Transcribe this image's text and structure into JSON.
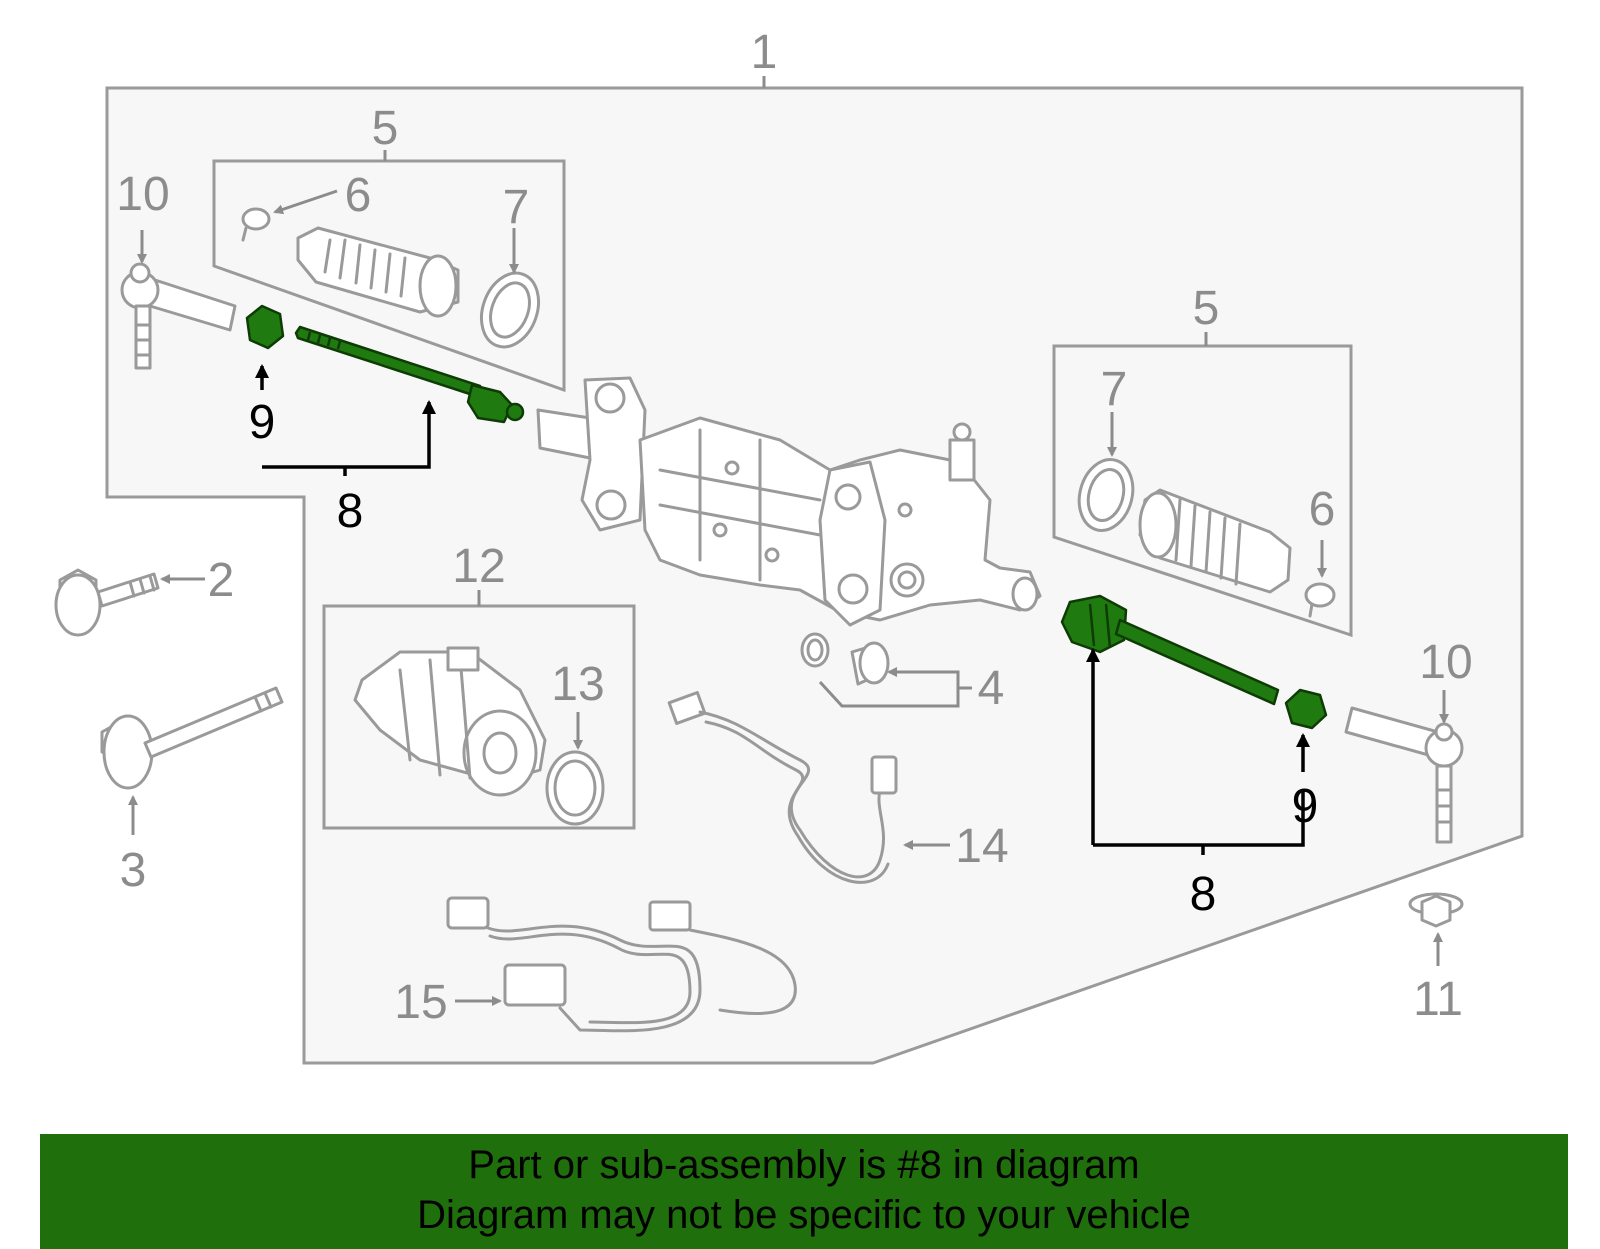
{
  "labels": {
    "assembly": "1",
    "bolt_2": "2",
    "bolt_3": "3",
    "seals_4": "4",
    "boot_kit_left": "5",
    "boot_kit_right": "5",
    "clamp_left": "6",
    "clamp_right": "6",
    "ring_left": "7",
    "ring_right": "7",
    "inner_tie_rod_left": "8",
    "inner_tie_rod_right": "8",
    "nut_left": "9",
    "nut_right": "9",
    "outer_tie_rod_left": "10",
    "outer_tie_rod_right": "10",
    "nut_11": "11",
    "motor_kit_12": "12",
    "seal_13": "13",
    "harness_14": "14",
    "harness_15": "15"
  },
  "highlight": {
    "part_number": "8",
    "color": "#1f7a0f"
  },
  "banner": {
    "line1": "Part or sub-assembly is #8 in diagram",
    "line2": "Diagram may not be specific to your vehicle",
    "background": "#1f6f0c"
  }
}
